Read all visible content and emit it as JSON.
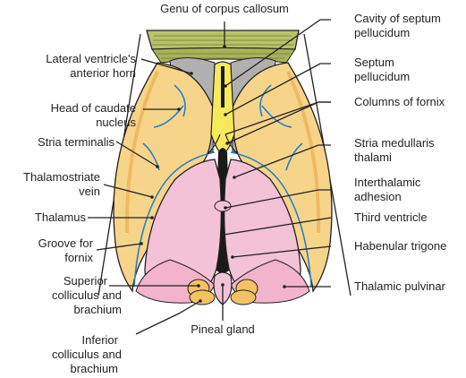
{
  "labels": {
    "genu": "Genu of corpus callosum",
    "cavity_1": "Cavity of septum",
    "cavity_2": "pellucidum",
    "septum_1": "Septum",
    "septum_2": "pellucidum",
    "lat_vent_1": "Lateral ventricle's",
    "lat_vent_2": "anterior horn",
    "caudate_1": "Head of caudate",
    "caudate_2": "nucleus",
    "columns": "Columns of fornix",
    "stria_term": "Stria terminalis",
    "stria_med_1": "Stria medullaris",
    "stria_med_2": "thalami",
    "thal_vein_1": "Thalamostriate",
    "thal_vein_2": "vein",
    "interthal_1": "Interthalamic",
    "interthal_2": "adhesion",
    "thalamus": "Thalamus",
    "third_vent": "Third ventricle",
    "groove_1": "Groove for",
    "groove_2": "fornix",
    "habenular": "Habenular trigone",
    "sup_coll_1": "Superior",
    "sup_coll_2": "colliculus and",
    "sup_coll_3": "brachium",
    "pulvinar": "Thalamic pulvinar",
    "pineal": "Pineal gland",
    "inf_coll_1": "Inferior",
    "inf_coll_2": "colliculus and",
    "inf_coll_3": "brachium"
  },
  "colors": {
    "caudate": "#f6d58a",
    "caudate_edge": "#e9a94a",
    "thalamus": "#f4c2d6",
    "thalamus_edge": "#d98aa8",
    "corpus_callosum": "#b8c46a",
    "septum": "#f7ea5a",
    "vein": "#2a7fc4",
    "colliculi": "#f3c262",
    "ventricle": "#1a1a1a",
    "outline": "#231f20"
  }
}
